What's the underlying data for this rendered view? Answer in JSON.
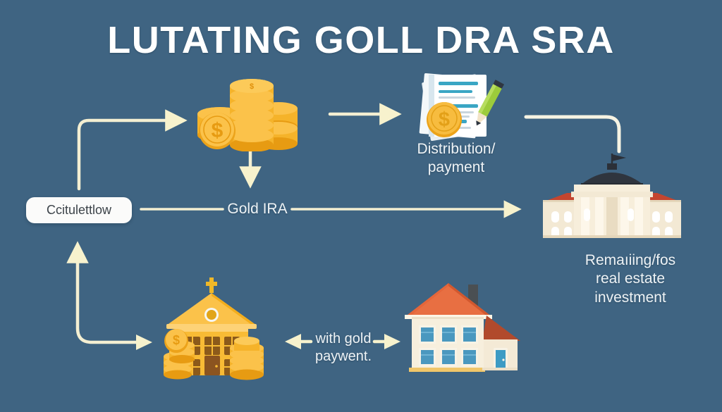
{
  "page": {
    "title": "LUTATING GOLL DRA SRA",
    "background_color": "#456b85",
    "title_color": "#ffffff",
    "connector_color": "#f5f0c8",
    "label_color": "#eef3f6"
  },
  "diagram": {
    "type": "flow-diagram",
    "pill": {
      "label": "Ccitulettlow",
      "background_color": "#fbfbfa",
      "text_color": "#3c4349"
    },
    "labels": {
      "center_line": "Gold IRA",
      "distribution": "Distribution/\npayment",
      "remaining": "Remaıiing/fos\nreal estate\ninvestment",
      "with_gold": "with gold\npaywent."
    },
    "icons": {
      "coins": "gold-coin-stacks-icon",
      "documents": "documents-with-coin-and-pencil-icon",
      "bank": "capitol-bank-building-icon",
      "church_bank": "golden-bank-with-coins-icon",
      "house": "house-real-estate-icon"
    },
    "arrows": [
      {
        "name": "pill-to-coins",
        "shape": "elbow-up-right",
        "direction": "right"
      },
      {
        "name": "coins-to-documents",
        "shape": "straight",
        "direction": "right"
      },
      {
        "name": "coins-down",
        "shape": "straight",
        "direction": "down"
      },
      {
        "name": "documents-to-bank",
        "shape": "elbow-right-down",
        "direction": "down"
      },
      {
        "name": "gold-ira-main",
        "shape": "straight",
        "direction": "right"
      },
      {
        "name": "bottom-left-elbow",
        "shape": "elbow-right-up",
        "direction": "up"
      },
      {
        "name": "with-gold-left",
        "shape": "arrowhead",
        "direction": "left"
      },
      {
        "name": "with-gold-right",
        "shape": "arrowhead",
        "direction": "right"
      }
    ]
  }
}
